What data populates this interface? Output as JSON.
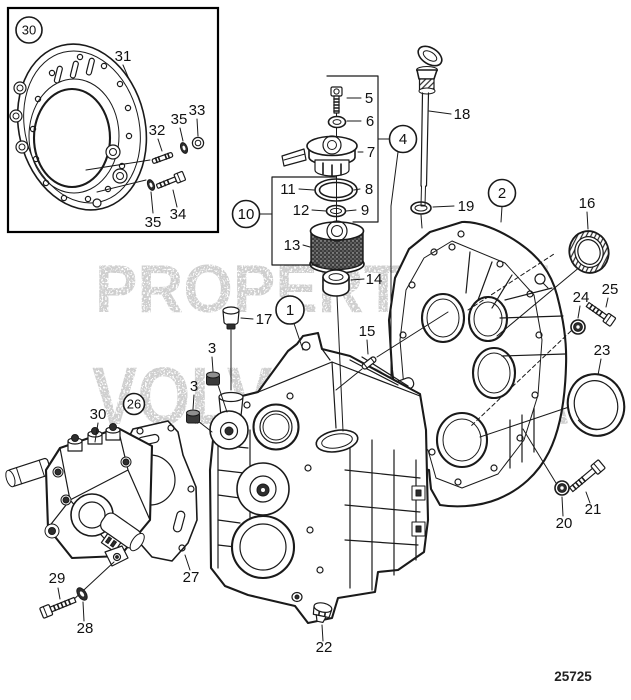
{
  "diagram": {
    "drawing_number": "25725",
    "watermark": {
      "line1": "PROPERTY OF",
      "line2": "VOLVO PENTA"
    }
  },
  "callouts": {
    "group_flange_kit": "30",
    "flange_plate": "31",
    "flange_stud": "32",
    "flange_nut": "33",
    "flange_bolt": "34",
    "flange_washer_upper": "35",
    "flange_washer_lower": "35",
    "breather_screw": "5",
    "breather_washer": "6",
    "breather_cap": "7",
    "oring_large": "8",
    "oring_small": "9",
    "group_breather_kit": "4",
    "group_strainer_kit": "10",
    "sealing_ring_large": "11",
    "sealing_ring_small": "12",
    "oil_strainer": "13",
    "bushing": "14",
    "dowel_pin": "15",
    "rear_seal": "16",
    "plug_17": "17",
    "dipstick": "18",
    "dipstick_oring": "19",
    "washer_20": "20",
    "bolt_21": "21",
    "plug_22": "22",
    "sealing_ring_23": "23",
    "washer_24": "24",
    "bolt_25": "25",
    "group_pump_kit": "26",
    "pump_gasket": "27",
    "washer_28": "28",
    "bolt_29": "29",
    "oil_pump": "30",
    "group_flywheel_housing": "2",
    "group_timing_cover": "1",
    "plug_3_upper": "3",
    "plug_3_lower": "3"
  }
}
